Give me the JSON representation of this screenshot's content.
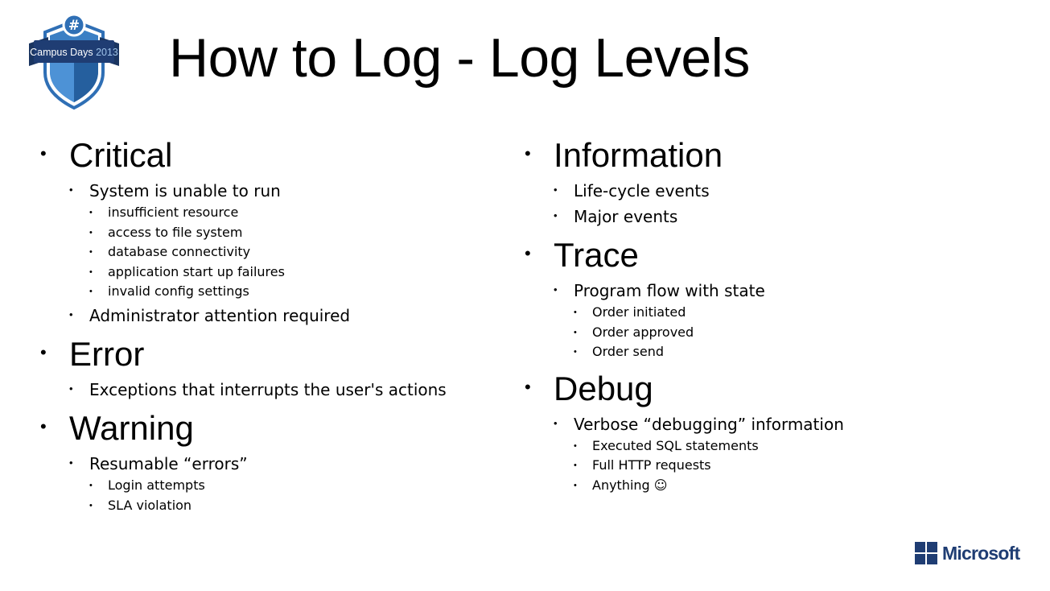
{
  "logo": {
    "hash_symbol": "#",
    "event_name": "Campus Days",
    "event_year": "2013"
  },
  "slide_title": "How to Log - Log Levels",
  "bullet_char": "•",
  "left_column": [
    {
      "label": "Critical",
      "items": [
        {
          "label": "System is unable to run",
          "items": [
            "insufficient resource",
            "access to file system",
            "database connectivity",
            "application start up failures",
            "invalid config settings"
          ]
        },
        {
          "label": "Administrator attention required",
          "items": []
        }
      ]
    },
    {
      "label": "Error",
      "items": [
        {
          "label": "Exceptions that interrupts the user's actions",
          "items": []
        }
      ]
    },
    {
      "label": "Warning",
      "items": [
        {
          "label": "Resumable “errors”",
          "items": [
            "Login attempts",
            "SLA violation"
          ]
        }
      ]
    }
  ],
  "right_column": [
    {
      "label": "Information",
      "items": [
        {
          "label": "Life-cycle events",
          "items": []
        },
        {
          "label": "Major events",
          "items": []
        }
      ]
    },
    {
      "label": "Trace",
      "items": [
        {
          "label": "Program flow with state",
          "items": [
            "Order initiated",
            "Order approved",
            "Order send"
          ]
        }
      ]
    },
    {
      "label": "Debug",
      "items": [
        {
          "label": "Verbose “debugging” information",
          "items": [
            "Executed SQL statements",
            "Full HTTP requests",
            "Anything ☺"
          ]
        }
      ]
    }
  ],
  "brand": {
    "company_name": "Microsoft",
    "brand_color": "#1f3d73",
    "logo_blue": "#2f6fb5",
    "logo_banner": "#1f3d73"
  }
}
